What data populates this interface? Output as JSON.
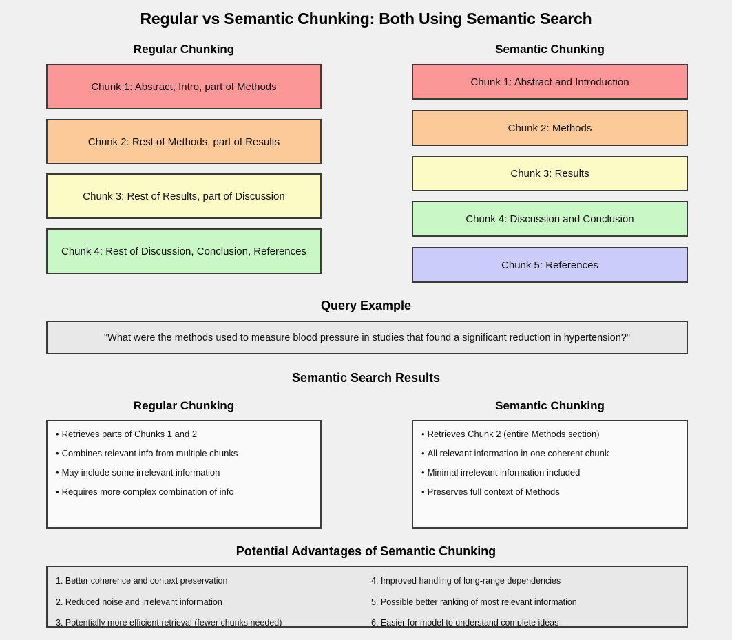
{
  "title": "Regular vs Semantic Chunking: Both Using Semantic Search",
  "colors": {
    "background": "#f0f0f0",
    "border": "#3b3b3b",
    "chunk_red": "#fc9797",
    "chunk_orange": "#fcca99",
    "chunk_yellow": "#fcfbc6",
    "chunk_green": "#c9f7c5",
    "chunk_blue": "#ccccfa",
    "panel_gray": "#e8e8e8",
    "panel_white": "#fafafa"
  },
  "chunking_comparison": {
    "left_heading": "Regular Chunking",
    "right_heading": "Semantic Chunking",
    "regular_chunks": [
      {
        "label": "Chunk 1: Abstract, Intro, part of Methods",
        "color": "#fc9797"
      },
      {
        "label": "Chunk 2: Rest of Methods, part of Results",
        "color": "#fcca99"
      },
      {
        "label": "Chunk 3: Rest of Results, part of Discussion",
        "color": "#fcfbc6"
      },
      {
        "label": "Chunk 4: Rest of Discussion, Conclusion, References",
        "color": "#c9f7c5"
      }
    ],
    "semantic_chunks": [
      {
        "label": "Chunk 1: Abstract and Introduction",
        "color": "#fc9797"
      },
      {
        "label": "Chunk 2: Methods",
        "color": "#fcca99"
      },
      {
        "label": "Chunk 3: Results",
        "color": "#fcfbc6"
      },
      {
        "label": "Chunk 4: Discussion and Conclusion",
        "color": "#c9f7c5"
      },
      {
        "label": "Chunk 5: References",
        "color": "#ccccfa"
      }
    ]
  },
  "query_example": {
    "heading": "Query Example",
    "text": "\"What were the methods used to measure blood pressure in studies that found a significant reduction in hypertension?\""
  },
  "search_results": {
    "heading": "Semantic Search Results",
    "left_heading": "Regular Chunking",
    "right_heading": "Semantic Chunking",
    "bullet_glyph": "•",
    "regular_bullets": [
      "Retrieves parts of Chunks 1 and 2",
      "Combines relevant info from multiple chunks",
      "May include some irrelevant information",
      "Requires more complex combination of info"
    ],
    "semantic_bullets": [
      "Retrieves Chunk 2 (entire Methods section)",
      "All relevant information in one coherent chunk",
      "Minimal irrelevant information included",
      "Preserves full context of Methods"
    ]
  },
  "advantages": {
    "heading": "Potential Advantages of Semantic Chunking",
    "left_items": [
      "1. Better coherence and context preservation",
      "2. Reduced noise and irrelevant information",
      "3. Potentially more efficient retrieval (fewer chunks needed)"
    ],
    "right_items": [
      "4. Improved handling of long-range dependencies",
      "5. Possible better ranking of most relevant information",
      "6. Easier for model to understand complete ideas"
    ]
  }
}
